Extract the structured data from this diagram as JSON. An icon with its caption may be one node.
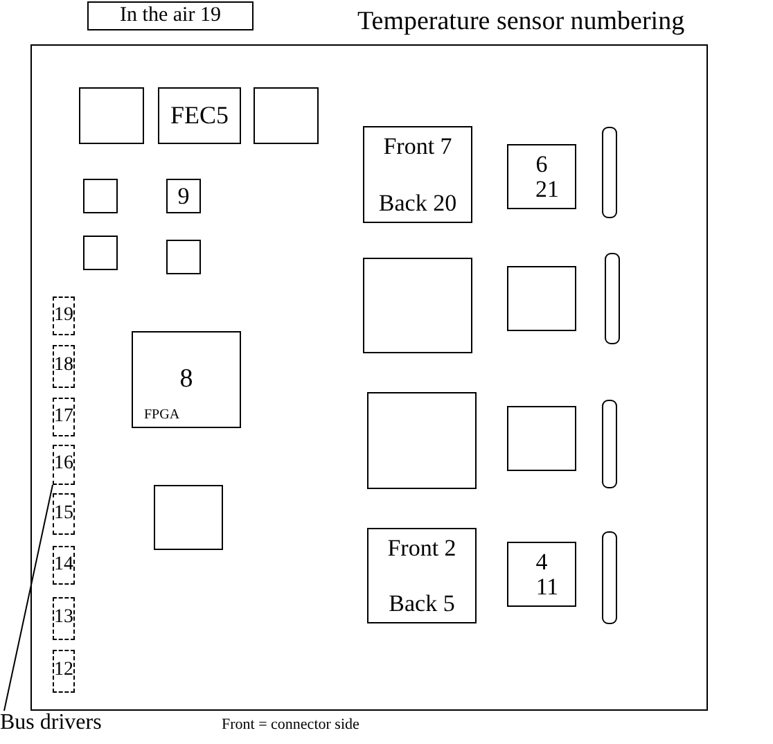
{
  "diagram": {
    "title": "Temperature sensor numbering",
    "nodes": [
      {
        "text": [
          "In the air 19"
        ]
      },
      {
        "text": [],
        "shape": "box"
      },
      {
        "text": [],
        "shape": "box",
        "in": 1
      },
      {
        "text": [
          "FEC5"
        ],
        "in": 1
      },
      {
        "text": [],
        "shape": "box",
        "in": 1
      },
      {
        "text": [
          "Front 7",
          "Back 20"
        ],
        "in": 1
      },
      {
        "text": [
          "6",
          "21"
        ],
        "in": 1
      },
      {
        "text": [],
        "shape": "box",
        "in": 1
      },
      {
        "text": [
          "9"
        ],
        "in": 1
      },
      {
        "text": [],
        "shape": "box",
        "in": 1
      },
      {
        "text": [],
        "shape": "box",
        "in": 1
      },
      {
        "text": [],
        "shape": "box",
        "in": 1
      },
      {
        "text": [],
        "shape": "box",
        "in": 1
      },
      {
        "text": [
          "19"
        ],
        "in": 1
      },
      {
        "text": [
          "18"
        ],
        "in": 1
      },
      {
        "text": [
          "8",
          "FPGA"
        ],
        "in": 1
      },
      {
        "text": [
          "17"
        ],
        "in": 1
      },
      {
        "text": [],
        "shape": "box",
        "in": 1
      },
      {
        "text": [],
        "shape": "box",
        "in": 1
      },
      {
        "text": [
          "16"
        ],
        "in": 1
      },
      {
        "text": [
          "15"
        ],
        "in": 1
      },
      {
        "text": [],
        "shape": "box",
        "in": 1
      },
      {
        "text": [
          "Front 2",
          "Back 5"
        ],
        "in": 1
      },
      {
        "text": [
          "4",
          "11"
        ],
        "in": 1
      },
      {
        "text": [
          "14"
        ],
        "in": 1
      },
      {
        "text": [
          "13"
        ],
        "in": 1
      },
      {
        "text": [
          "12"
        ],
        "in": 1
      },
      {
        "text": [
          "Bus drivers"
        ]
      }
    ],
    "edges": [
      {
        "from": 27,
        "to": 19,
        "arrow": "none"
      }
    ],
    "labels": [
      "Front = connector side"
    ]
  }
}
